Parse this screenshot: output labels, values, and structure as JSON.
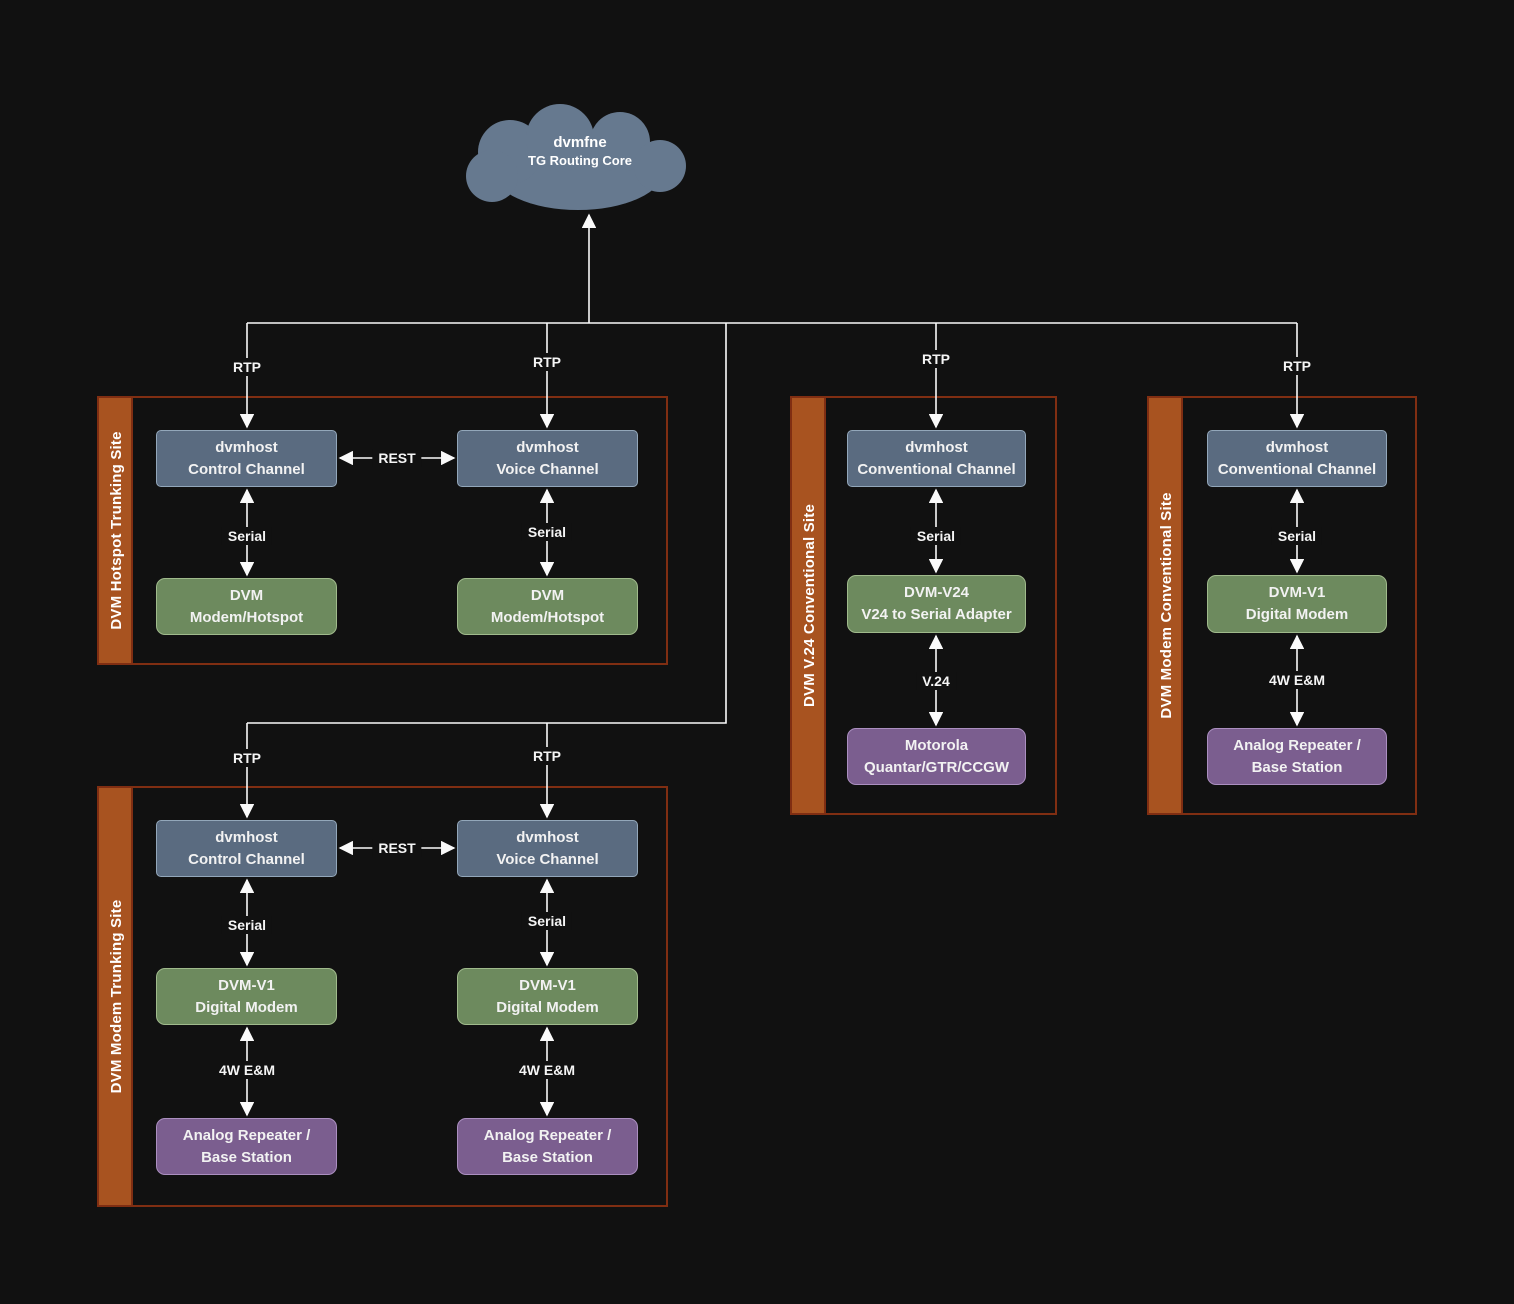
{
  "cloud": {
    "title": "dvmfne",
    "subtitle": "TG Routing Core"
  },
  "edge_labels": {
    "rtp": "RTP",
    "serial": "Serial",
    "rest": "REST",
    "em4w": "4W E&M",
    "v24": "V.24"
  },
  "colors": {
    "background": "#111111",
    "host_fill": "#5a6b80",
    "modem_fill": "#6d8a5e",
    "radio_fill": "#7b5e8f",
    "site_border": "#802e12",
    "site_bar": "#a85320",
    "cloud_fill": "#66798f",
    "wire": "#fafafa"
  },
  "sites": {
    "hotspot_trunking": {
      "name": "DVM Hotspot Trunking Site",
      "control_host": {
        "line1": "dvmhost",
        "line2": "Control Channel"
      },
      "voice_host": {
        "line1": "dvmhost",
        "line2": "Voice Channel"
      },
      "control_modem": {
        "line1": "DVM",
        "line2": "Modem/Hotspot"
      },
      "voice_modem": {
        "line1": "DVM",
        "line2": "Modem/Hotspot"
      }
    },
    "modem_trunking": {
      "name": "DVM Modem Trunking Site",
      "control_host": {
        "line1": "dvmhost",
        "line2": "Control Channel"
      },
      "voice_host": {
        "line1": "dvmhost",
        "line2": "Voice Channel"
      },
      "control_modem": {
        "line1": "DVM-V1",
        "line2": "Digital Modem"
      },
      "voice_modem": {
        "line1": "DVM-V1",
        "line2": "Digital Modem"
      },
      "control_radio": {
        "line1": "Analog Repeater /",
        "line2": "Base Station"
      },
      "voice_radio": {
        "line1": "Analog Repeater /",
        "line2": "Base Station"
      }
    },
    "v24_conventional": {
      "name": "DVM V.24 Conventional Site",
      "host": {
        "line1": "dvmhost",
        "line2": "Conventional Channel"
      },
      "modem": {
        "line1": "DVM-V24",
        "line2": "V24 to Serial Adapter"
      },
      "radio": {
        "line1": "Motorola",
        "line2": "Quantar/GTR/CCGW"
      }
    },
    "modem_conventional": {
      "name": "DVM Modem Conventional Site",
      "host": {
        "line1": "dvmhost",
        "line2": "Conventional Channel"
      },
      "modem": {
        "line1": "DVM-V1",
        "line2": "Digital Modem"
      },
      "radio": {
        "line1": "Analog Repeater /",
        "line2": "Base Station"
      }
    }
  }
}
